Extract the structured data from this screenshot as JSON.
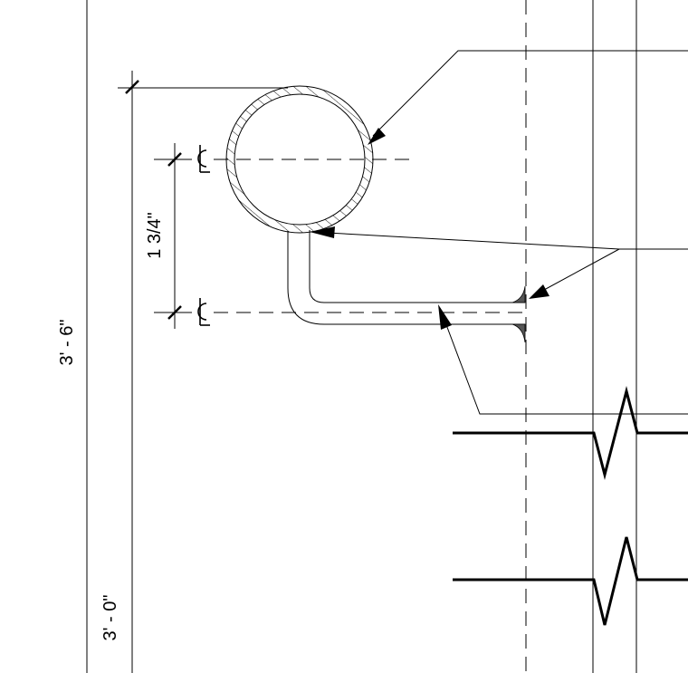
{
  "dimensions": {
    "overall_height": "3' - 6\"",
    "lower_height": "3' - 0\"",
    "rail_offset": "1 3/4\""
  },
  "colors": {
    "line": "#000000",
    "background": "#ffffff"
  },
  "symbols": {
    "centerline_mark": "centerline-icon"
  }
}
